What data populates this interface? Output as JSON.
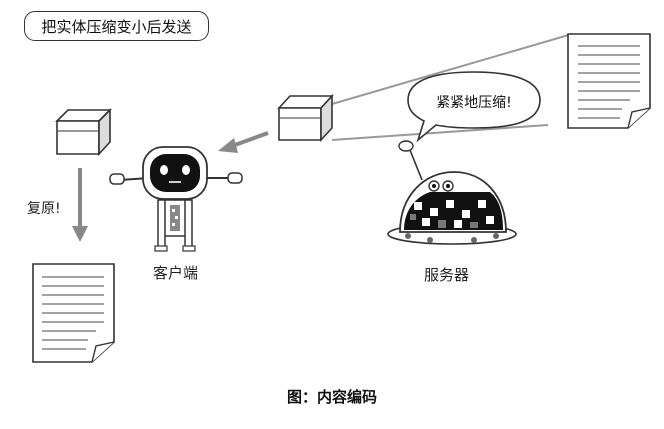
{
  "title": "把实体压缩变小后发送",
  "speech": "紧紧地压缩!",
  "restore_label": "复原!",
  "client_label": "客户端",
  "server_label": "服务器",
  "caption": "图：内容编码"
}
